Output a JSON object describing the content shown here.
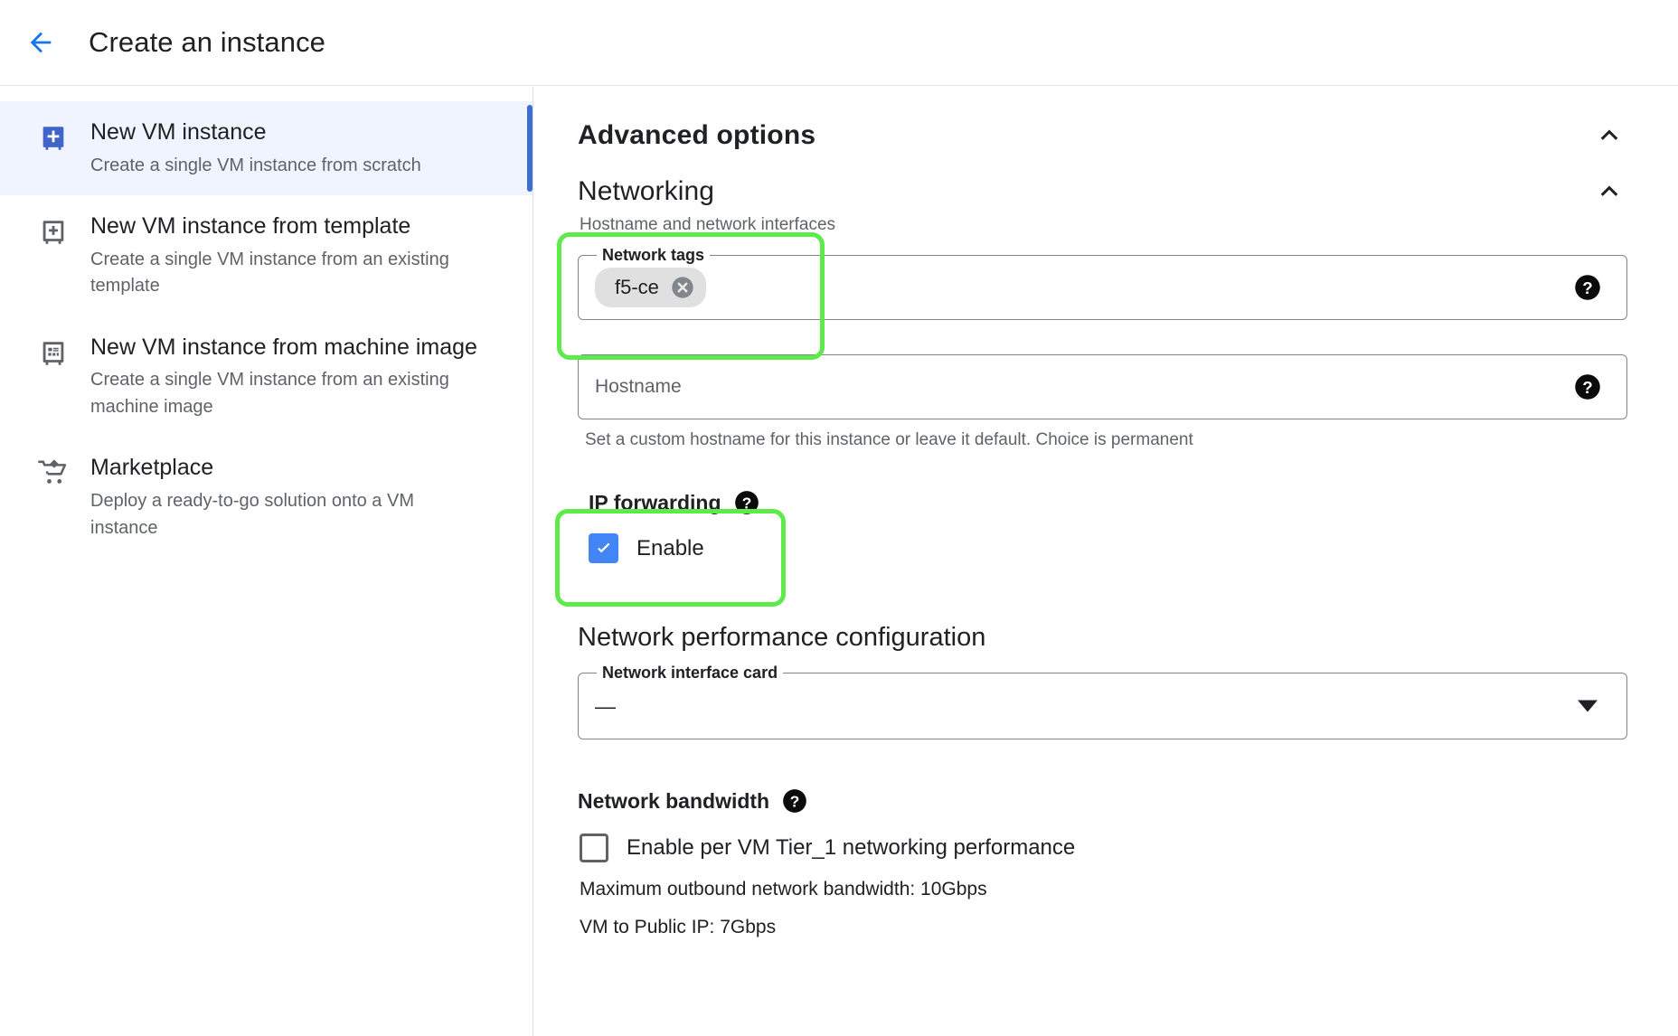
{
  "header": {
    "back_icon": "arrow-left-icon",
    "title": "Create an instance"
  },
  "sidebar": {
    "items": [
      {
        "icon": "vm-add-icon",
        "title": "New VM instance",
        "desc": "Create a single VM instance from scratch",
        "selected": true
      },
      {
        "icon": "vm-template-icon",
        "title": "New VM instance from template",
        "desc": "Create a single VM instance from an existing template",
        "selected": false
      },
      {
        "icon": "vm-machine-image-icon",
        "title": "New VM instance from machine image",
        "desc": "Create a single VM instance from an existing machine image",
        "selected": false
      },
      {
        "icon": "marketplace-cart-icon",
        "title": "Marketplace",
        "desc": "Deploy a ready-to-go solution onto a VM instance",
        "selected": false
      }
    ]
  },
  "main": {
    "advanced_options": {
      "title": "Advanced options",
      "collapse_icon": "chevron-up-icon"
    },
    "networking": {
      "title": "Networking",
      "collapse_icon": "chevron-up-icon",
      "caption": "Hostname and network interfaces",
      "network_tags": {
        "label": "Network tags",
        "chips": [
          {
            "label": "f5-ce",
            "remove_icon": "chip-remove-icon"
          }
        ],
        "help_icon": "help-icon"
      },
      "hostname": {
        "label": "Hostname",
        "placeholder": "Hostname",
        "value": "",
        "help_icon": "help-icon",
        "helper_text": "Set a custom hostname for this instance or leave it default. Choice is permanent"
      },
      "ip_forwarding": {
        "title": "IP forwarding",
        "help_icon": "help-icon",
        "enable_label": "Enable",
        "enabled": true
      }
    },
    "network_performance": {
      "title": "Network performance configuration",
      "nic": {
        "label": "Network interface card",
        "value": "—",
        "caret_icon": "chevron-down-icon"
      },
      "bandwidth": {
        "title": "Network bandwidth",
        "help_icon": "help-icon",
        "tier1_label": "Enable per VM Tier_1 networking performance",
        "tier1_checked": false,
        "lines": [
          "Maximum outbound network bandwidth: 10Gbps",
          "VM to Public IP: 7Gbps"
        ]
      }
    }
  },
  "annotations": {
    "highlight_color": "#5dea4b",
    "boxes": [
      "network-tags-highlight",
      "ip-forwarding-highlight"
    ]
  },
  "colors": {
    "accent_blue": "#4285f4",
    "nav_selected_bg": "#f0f4fe",
    "nav_indicator": "#3b6fd4",
    "text_primary": "#202124",
    "text_secondary": "#5f6368"
  }
}
